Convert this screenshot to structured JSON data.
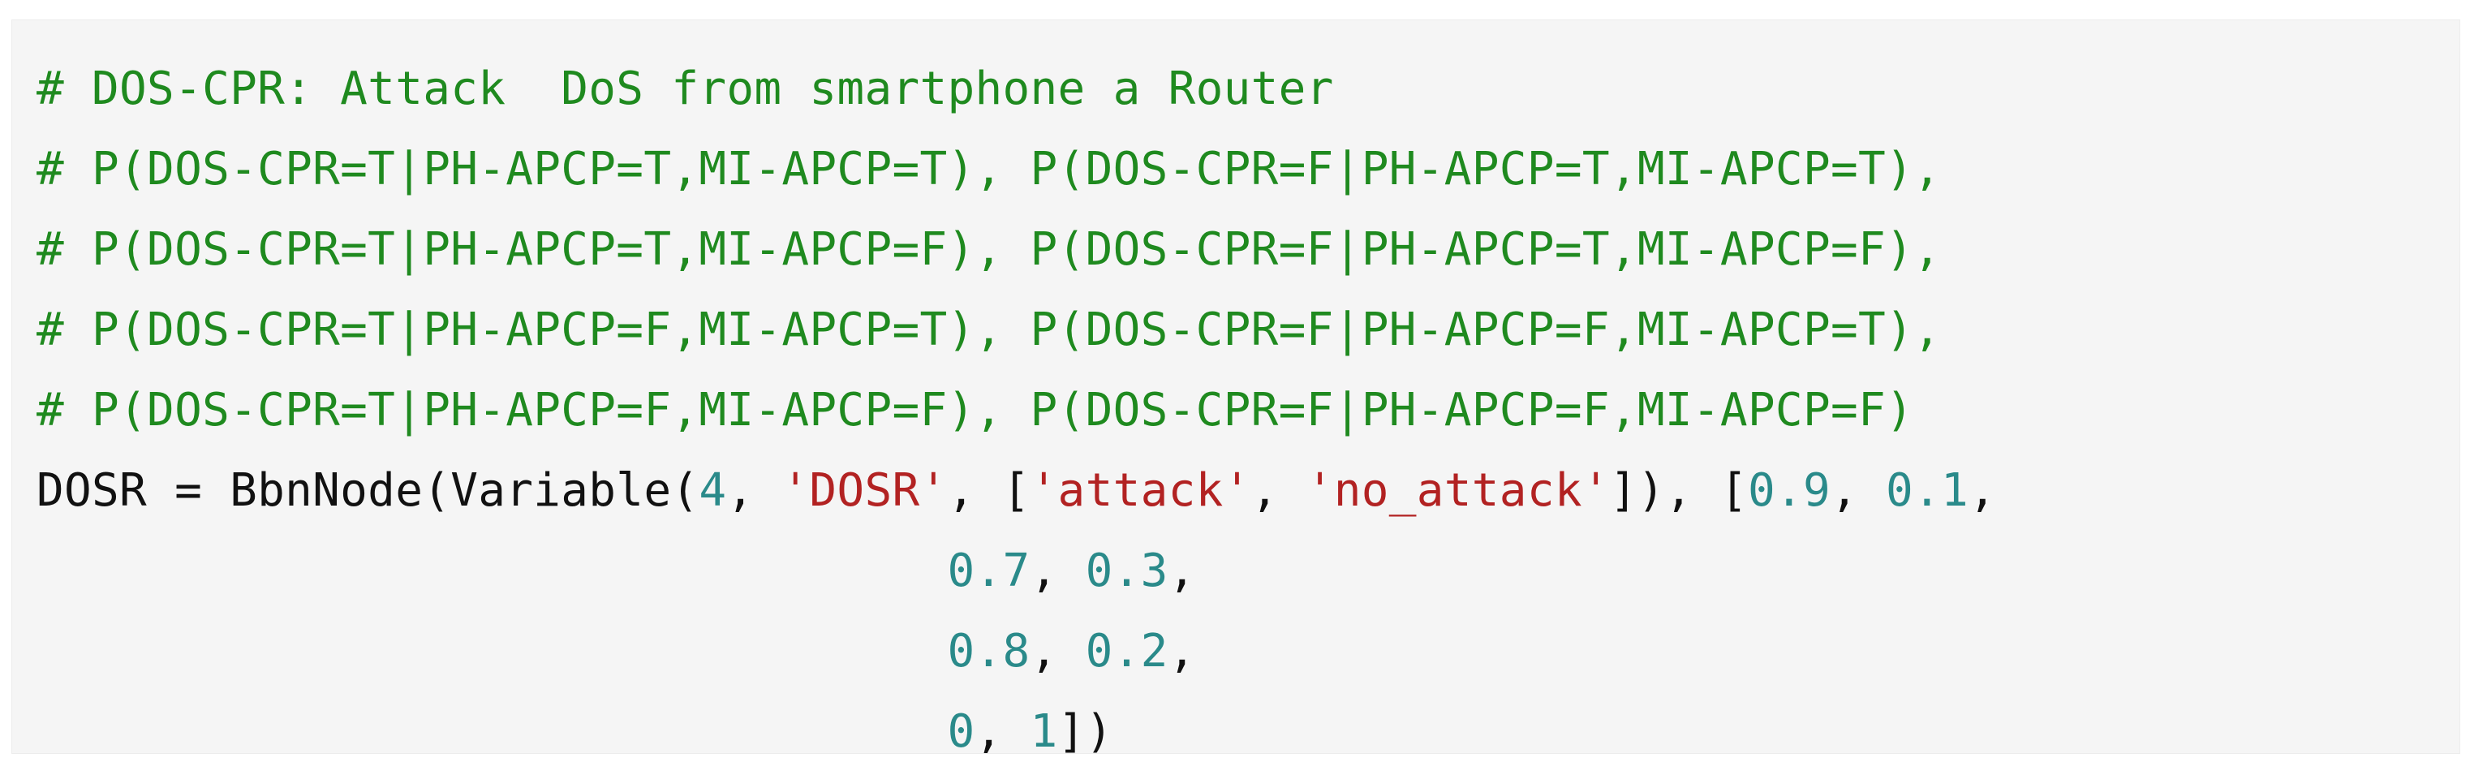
{
  "colors": {
    "background": "#f5f5f5",
    "comment": "#1f8a1f",
    "string": "#b22222",
    "number": "#2a8a8a",
    "default": "#111111"
  },
  "code": {
    "comment_lines": [
      "# DOS-CPR: Attack  DoS from smartphone a Router",
      "# P(DOS-CPR=T|PH-APCP=T,MI-APCP=T), P(DOS-CPR=F|PH-APCP=T,MI-APCP=T),",
      "# P(DOS-CPR=T|PH-APCP=T,MI-APCP=F), P(DOS-CPR=F|PH-APCP=T,MI-APCP=F),",
      "# P(DOS-CPR=T|PH-APCP=F,MI-APCP=T), P(DOS-CPR=F|PH-APCP=F,MI-APCP=T),",
      "# P(DOS-CPR=T|PH-APCP=F,MI-APCP=F), P(DOS-CPR=F|PH-APCP=F,MI-APCP=F)"
    ],
    "assignment": {
      "lhs": "DOSR = BbnNode(Variable(",
      "arg_index": "4",
      "sep1": ", ",
      "arg_name": "'DOSR'",
      "sep2": ", [",
      "state1": "'attack'",
      "sep3": ", ",
      "state2": "'no_attack'",
      "close": "]), [",
      "row1_v1": "0.9",
      "row1_sep": ", ",
      "row1_v2": "0.1",
      "row1_end": ",",
      "row2_v1": "0.7",
      "row2_sep": ", ",
      "row2_v2": "0.3",
      "row2_end": ",",
      "row3_v1": "0.8",
      "row3_sep": ", ",
      "row3_v2": "0.2",
      "row3_end": ",",
      "row4_v1": "0",
      "row4_sep": ", ",
      "row4_v2": "1",
      "row4_end": "])"
    }
  }
}
